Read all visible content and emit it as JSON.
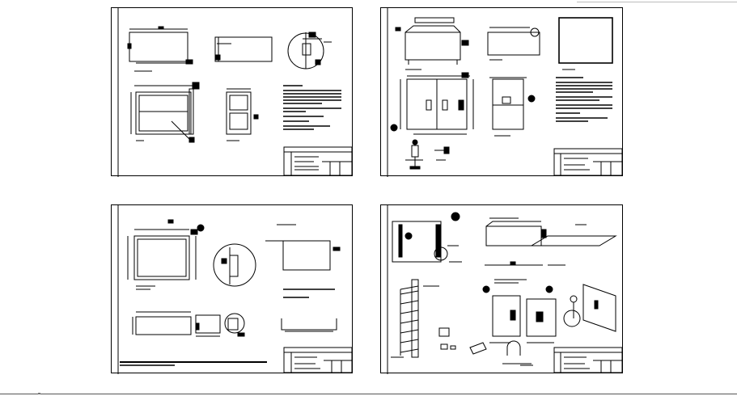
{
  "drawing": {
    "line_color": "#000000",
    "background": "#ffffff",
    "sheet_count": 4,
    "sheets": [
      {
        "id": "sheet-1",
        "description_icon": "cabinet-elevation-icon"
      },
      {
        "id": "sheet-2",
        "description_icon": "cabinet-assembly-icon"
      },
      {
        "id": "sheet-3",
        "description_icon": "panel-detail-icon"
      },
      {
        "id": "sheet-4",
        "description_icon": "door-hardware-icon"
      }
    ]
  }
}
